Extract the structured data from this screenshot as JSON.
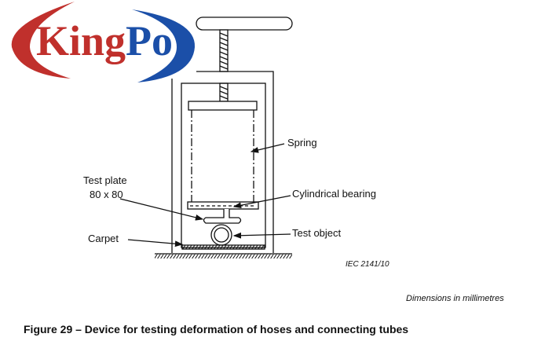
{
  "logo": {
    "text_part1": "King",
    "text_part2": "Po",
    "colors": {
      "red": "#c0302c",
      "blue": "#1b4fa8"
    }
  },
  "labels": {
    "spring": "Spring",
    "cylindrical_bearing": "Cylindrical bearing",
    "test_plate": "Test plate",
    "test_plate_size": "80 x 80",
    "carpet": "Carpet",
    "test_object": "Test object",
    "iec_ref": "IEC  2141/10"
  },
  "dimensions_note": "Dimensions in millimetres",
  "caption": "Figure 29 – Device for testing deformation of hoses and connecting tubes"
}
